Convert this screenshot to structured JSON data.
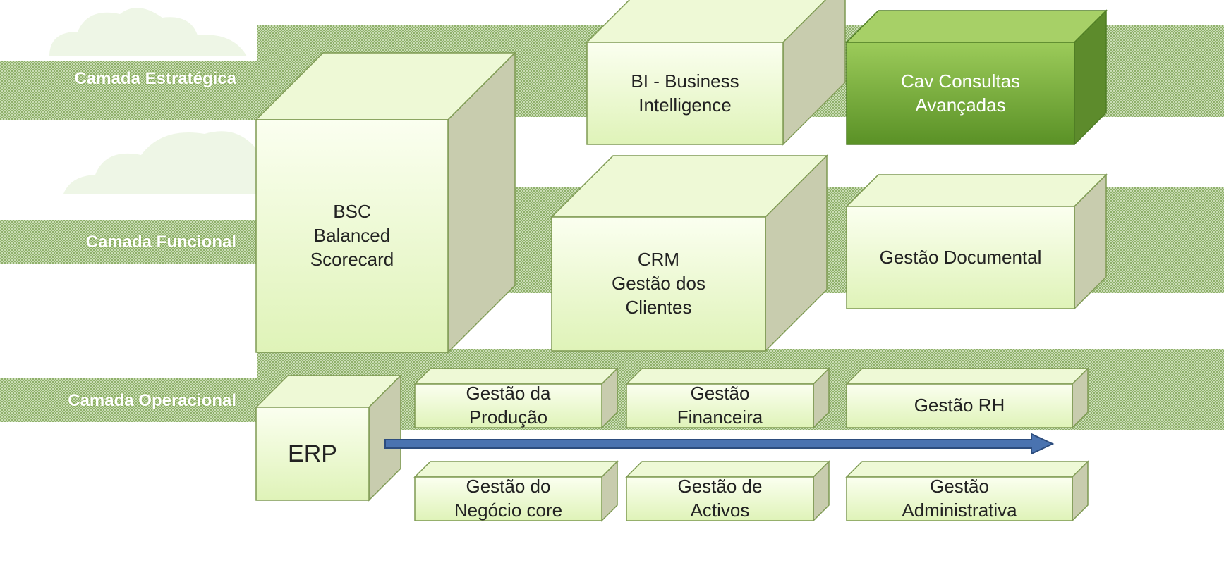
{
  "layers": [
    {
      "label": "Camada Estratégica"
    },
    {
      "label": "Camada Funcional"
    },
    {
      "label": "Camada Operacional"
    }
  ],
  "modules": {
    "bi": "BI - Business\nIntelligence",
    "cav": "Cav Consultas\nAvançadas",
    "bsc": "BSC\nBalanced\nScorecard",
    "crm": "CRM\nGestão dos\nClientes",
    "gestao_documental": "Gestão Documental",
    "erp": "ERP",
    "gestao_producao": "Gestão da\nProdução",
    "gestao_financeira": "Gestão\nFinanceira",
    "gestao_rh": "Gestão RH",
    "gestao_negocio": "Gestão do\nNegócio core",
    "gestao_activos": "Gestão de\nActivos",
    "gestao_administrativa": "Gestão\nAdministrativa"
  },
  "colors": {
    "cube_front_top": "#fbfff0",
    "cube_front_bottom": "#dff3b8",
    "cube_top": "#eef9d6",
    "cube_side": "#c8ccae",
    "highlight_front_top": "#9ccb5a",
    "highlight_front_bottom": "#5a9126",
    "band_pattern": "#98b878",
    "arrow": "#3a5f96"
  }
}
